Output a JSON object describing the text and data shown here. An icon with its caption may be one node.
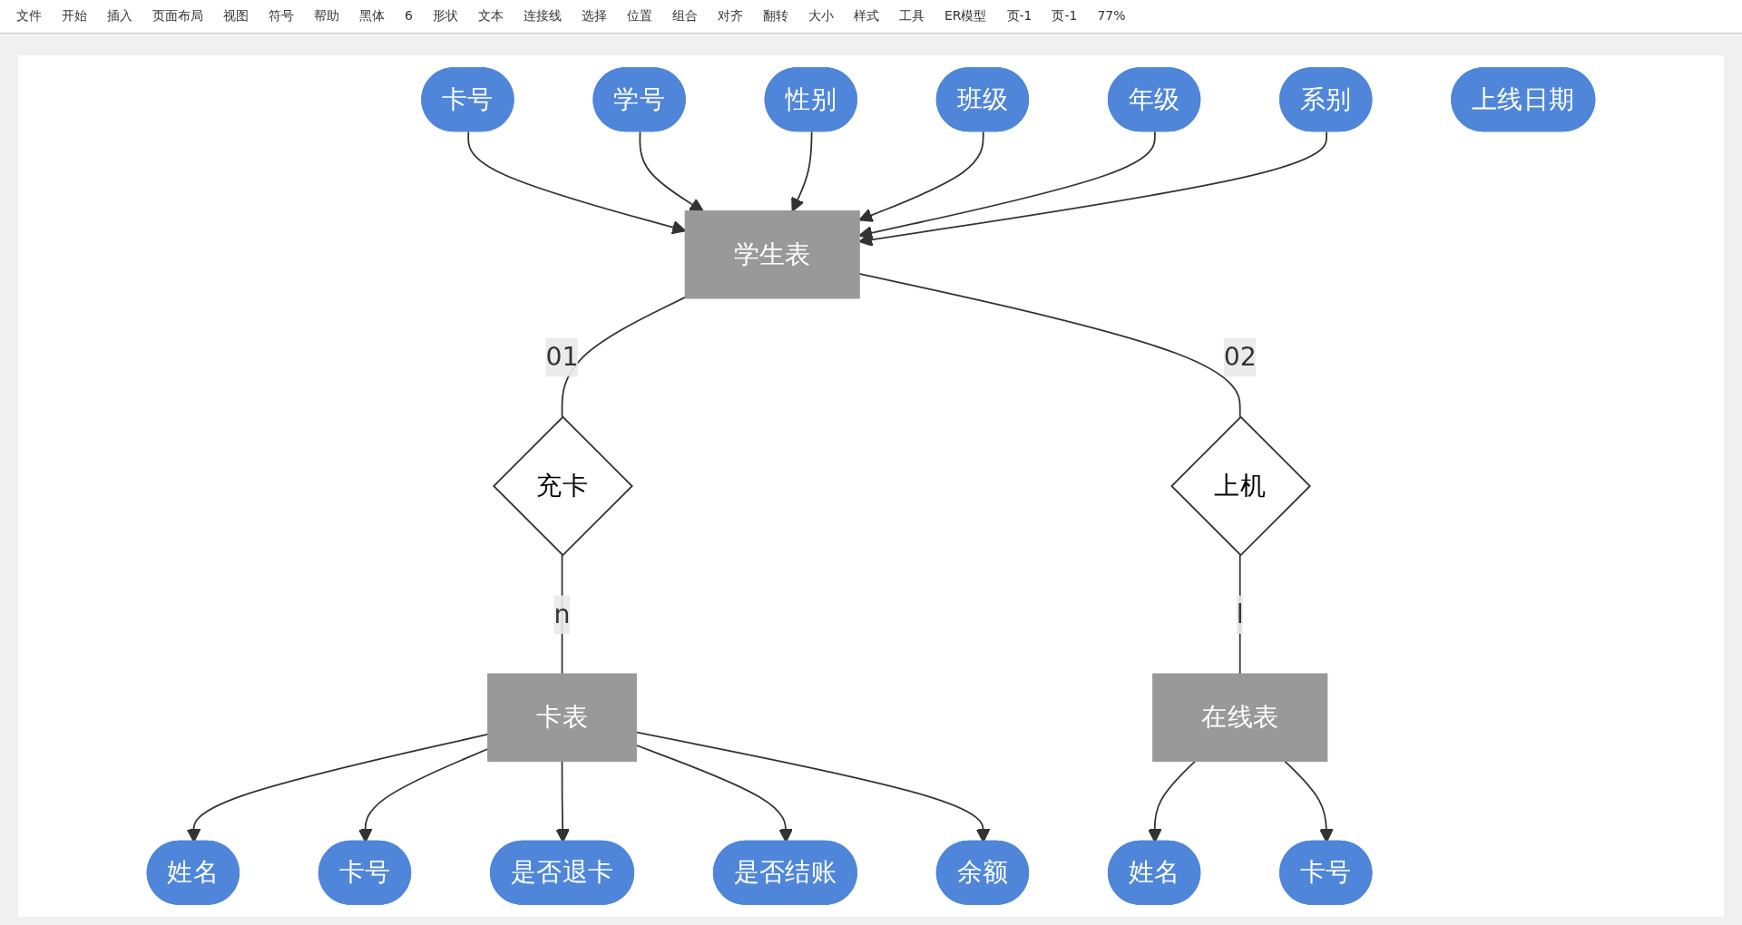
{
  "diagram": {
    "nodes": [
      {
        "text": [
          "卡号"
        ]
      },
      {
        "text": [
          "学号"
        ]
      },
      {
        "text": [
          "性别"
        ]
      },
      {
        "text": [
          "班级"
        ]
      },
      {
        "text": [
          "年级"
        ]
      },
      {
        "text": [
          "系别"
        ]
      },
      {
        "text": [
          "学生表"
        ]
      },
      {
        "text": [
          "充卡"
        ]
      },
      {
        "text": [
          "上机"
        ]
      },
      {
        "text": [
          "姓名"
        ]
      },
      {
        "text": [
          "卡号"
        ]
      },
      {
        "text": [
          "是否退卡"
        ]
      },
      {
        "text": [
          "卡表"
        ]
      },
      {
        "text": [
          "是否结账"
        ]
      },
      {
        "text": [
          "余额"
        ]
      },
      {
        "text": [
          "姓名"
        ]
      },
      {
        "text": [
          "卡号"
        ]
      },
      {
        "text": [
          "在线表"
        ]
      },
      {
        "text": [
          "上线日期"
        ]
      }
    ],
    "edges": [
      {
        "from": 0,
        "to": 6,
        "arrow": "to"
      },
      {
        "from": 1,
        "to": 6,
        "arrow": "to"
      },
      {
        "from": 2,
        "to": 6,
        "arrow": "to"
      },
      {
        "from": 3,
        "to": 6,
        "arrow": "to"
      },
      {
        "from": 4,
        "to": 6,
        "arrow": "to"
      },
      {
        "from": 5,
        "to": 6,
        "arrow": "to"
      },
      {
        "from": 6,
        "to": 7,
        "arrow": "none",
        "label": "01"
      },
      {
        "from": 6,
        "to": 8,
        "arrow": "none",
        "label": "02"
      },
      {
        "from": 7,
        "to": 12,
        "arrow": "none",
        "label": "n"
      },
      {
        "from": 8,
        "to": 17,
        "arrow": "none",
        "label": "l"
      },
      {
        "from": 12,
        "to": 9,
        "arrow": "to"
      },
      {
        "from": 12,
        "to": 10,
        "arrow": "to"
      },
      {
        "from": 12,
        "to": 11,
        "arrow": "to"
      },
      {
        "from": 12,
        "to": 13,
        "arrow": "to"
      },
      {
        "from": 12,
        "to": 14,
        "arrow": "to"
      },
      {
        "from": 17,
        "to": 15,
        "arrow": "to"
      },
      {
        "from": 17,
        "to": 16,
        "arrow": "to"
      }
    ],
    "labels": [
      "文件",
      "开始",
      "插入",
      "页面布局",
      "视图",
      "符号",
      "帮助",
      "黑体",
      "6",
      "形状",
      "文本",
      "连接线",
      "选择",
      "位置",
      "组合",
      "对齐",
      "翻转",
      "大小",
      "样式",
      "工具",
      "ER模型",
      "页-1",
      "页-1",
      "77%"
    ]
  }
}
